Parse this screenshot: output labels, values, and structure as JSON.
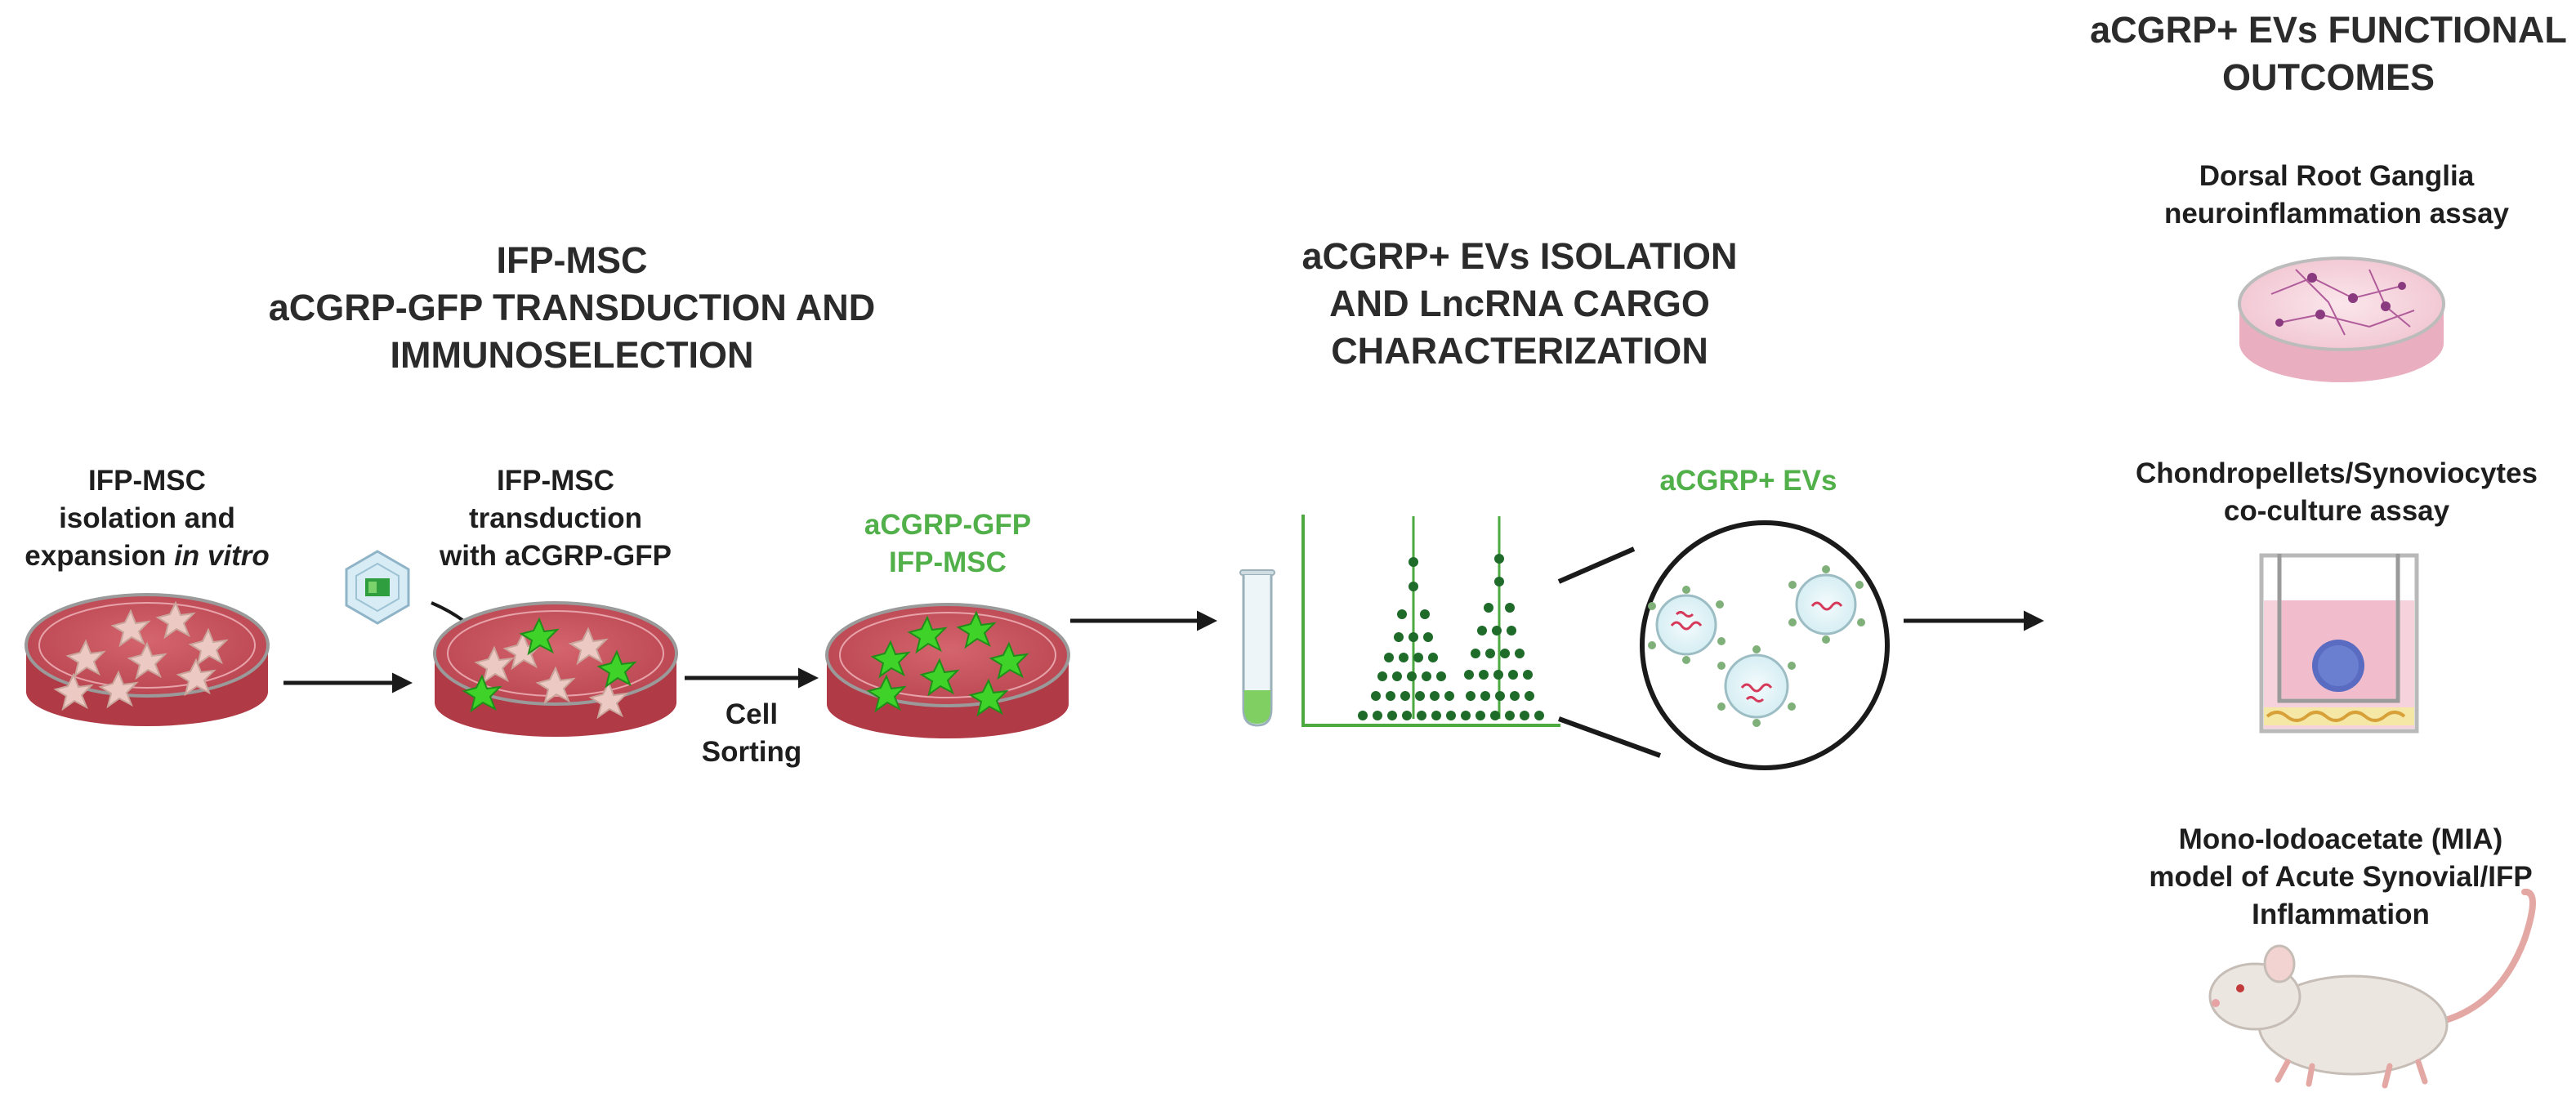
{
  "headings": {
    "transduction": [
      "IFP-MSC",
      "aCGRP-GFP TRANSDUCTION AND",
      "IMMUNOSELECTION"
    ],
    "isolation": [
      "aCGRP+ EVs ISOLATION",
      "AND LncRNA CARGO",
      "CHARACTERIZATION"
    ],
    "outcomes": [
      "aCGRP+ EVs FUNCTIONAL",
      "OUTCOMES"
    ]
  },
  "steps": {
    "isolation_label": [
      "IFP-MSC",
      "isolation and"
    ],
    "isolation_label_line3_prefix": "expansion ",
    "isolation_label_line3_italic": "in vitro",
    "transduction_label": [
      "IFP-MSC",
      "transduction",
      "with aCGRP-GFP"
    ],
    "cell_sorting_label": [
      "Cell",
      "Sorting"
    ],
    "selected_label": [
      "aCGRP-GFP",
      "IFP-MSC"
    ],
    "evs_label": "aCGRP+ EVs"
  },
  "outcomes": {
    "drg": [
      "Dorsal Root Ganglia",
      "neuroinflammation assay"
    ],
    "coculture": [
      "Chondropellets/Synoviocytes",
      "co-culture assay"
    ],
    "mia": [
      "Mono-Iodoacetate (MIA)",
      "model of Acute Synovial/IFP",
      "Inflammation"
    ]
  },
  "colors": {
    "dish_medium": "#c9505a",
    "gfp_cell": "#3fd32a",
    "accent_green": "#52b04a",
    "plot_green": "#1f6b2a",
    "arrow": "#1a1a1a"
  },
  "icons": {
    "dish": "petri-dish-icon",
    "virus": "lentivirus-icon",
    "tube": "test-tube-icon",
    "plot": "dot-plot-icon",
    "ev_zoom": "extracellular-vesicle-icon",
    "drg_dish": "neuron-dish-icon",
    "transwell": "transwell-icon",
    "mouse": "mouse-icon"
  }
}
